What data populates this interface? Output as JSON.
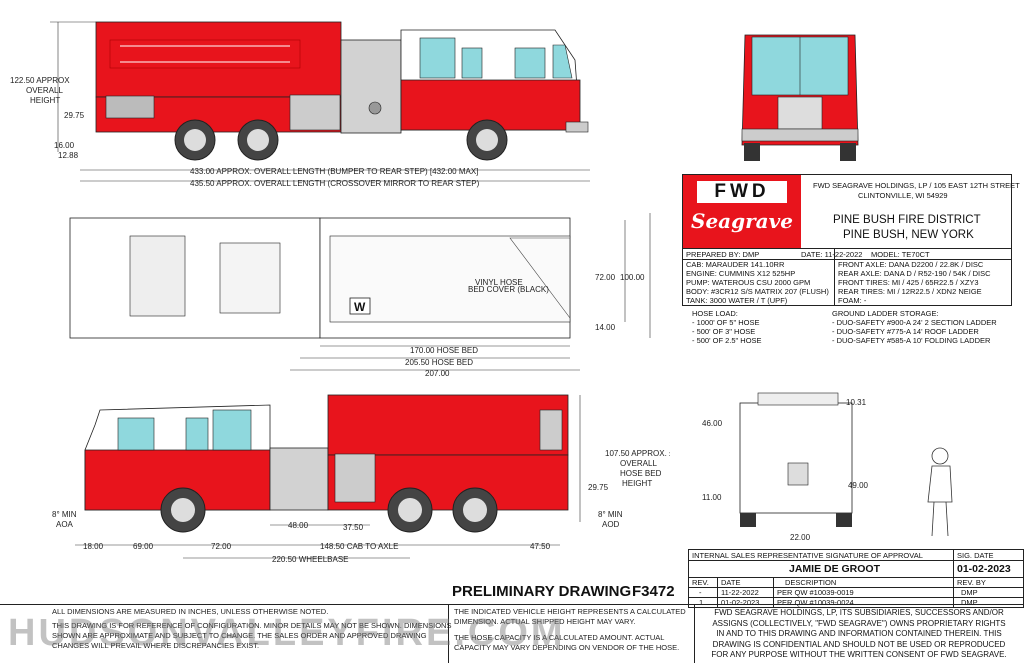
{
  "side_view_top": {
    "height_label_1": "122.50 APPROX",
    "height_label_2": "OVERALL",
    "height_label_3": "HEIGHT",
    "dim_29": "29.75",
    "dim_16": "16.00",
    "dim_12": "12.88",
    "length_1": "433.00 APPROX. OVERALL LENGTH (BUMPER TO REAR STEP) [432.00 MAX]",
    "length_2": "435.50 APPROX. OVERALL LENGTH (CROSSOVER MIRROR TO REAR STEP)"
  },
  "plan_view": {
    "dim_72": "72.00",
    "dim_100": "100.00",
    "dim_14": "14.00",
    "hose_bed_170": "170.00 HOSE BED",
    "hose_bed_205": "205.50 HOSE BED",
    "dim_207": "207.00",
    "vinyl_1": "VINYL HOSE",
    "vinyl_2": "BED COVER (BLACK)",
    "w_mark": "W"
  },
  "side_view_bottom": {
    "height_1": "107.50 APPROX. ±1",
    "height_2": "OVERALL",
    "height_3": "HOSE BED",
    "height_4": "HEIGHT",
    "dim_29": "29.75",
    "aoa_1": "8° MIN",
    "aoa_2": "AOA",
    "aod_1": "8° MIN",
    "aod_2": "AOD",
    "dim_48": "48.00",
    "dim_37": "37.50",
    "dim_18": "18.00",
    "dim_69": "69.00",
    "dim_72": "72.00",
    "cab_axle": "148.50 CAB TO AXLE",
    "dim_47": "47.50",
    "wheelbase": "220.50 WHEELBASE"
  },
  "rear_view": {
    "dim_10": "10.31",
    "dim_46": "46.00",
    "dim_49": "49.00",
    "dim_11": "11.00",
    "dim_22": "22.00"
  },
  "title_block": {
    "logo_top": "FWD",
    "logo_bottom": "Seagrave",
    "company_1": "FWD SEAGRAVE HOLDINGS, LP / 105 EAST 12TH STREET",
    "company_2": "CLINTONVILLE, WI 54929",
    "customer_1": "PINE BUSH FIRE DISTRICT",
    "customer_2": "PINE BUSH, NEW YORK",
    "prepared_by": "PREPARED BY:  DMP",
    "date": "DATE:  11-22-2022",
    "model": "MODEL:  TE70CT",
    "cab": "CAB:  MARAUDER 141.10RR",
    "engine": "ENGINE:  CUMMINS X12 525HP",
    "pump": "PUMP:  WATEROUS CSU 2000 GPM",
    "body": "BODY:  #3CR12 S/S MATRIX 207 (FLUSH)",
    "tank": "TANK:  3000 WATER / T (UPF)",
    "front_axle": "FRONT AXLE:  DANA D2200 / 22.8K / DISC",
    "rear_axle": "REAR AXLE:  DANA D / R52-190 / 54K / DISC",
    "front_tires": "FRONT TIRES:  MI / 425 / 65R22.5 / XZY3",
    "rear_tires": "REAR TIRES:  MI / 12R22.5 / XDN2 NEIGE",
    "foam": "FOAM:  -"
  },
  "hose_load": {
    "title": "HOSE LOAD:",
    "items": [
      "- 1000' OF 5\" HOSE",
      "- 500' OF 3\" HOSE",
      "- 500' OF 2.5\" HOSE"
    ]
  },
  "ground_ladders": {
    "title": "GROUND LADDER STORAGE:",
    "items": [
      "- DUO-SAFETY #900-A 24' 2 SECTION LADDER",
      "- DUO-SAFETY #775-A 14' ROOF LADDER",
      "- DUO-SAFETY #585-A 10' FOLDING LADDER"
    ]
  },
  "approval": {
    "header": "INTERNAL SALES REPRESENTATIVE SIGNATURE OF APPROVAL",
    "sig_date_header": "SIG. DATE",
    "name": "JAMIE DE GROOT",
    "sig_date": "01-02-2023",
    "col_rev": "REV.",
    "col_date": "DATE",
    "col_desc": "DESCRIPTION",
    "col_revby": "REV. BY",
    "rows": [
      {
        "rev": "-",
        "date": "11-22-2022",
        "desc": "PER QW #10039-0019",
        "by": "DMP"
      },
      {
        "rev": "1",
        "date": "01-02-2023",
        "desc": "PER QW #10039-0024",
        "by": "DMP"
      }
    ]
  },
  "preliminary": "PRELIMINARY DRAWING",
  "drawing_number": "F3472",
  "notes": {
    "left_1": "ALL DIMENSIONS ARE MEASURED IN INCHES, UNLESS OTHERWISE NOTED.",
    "left_2": "THIS DRAWING IS FOR REFERENCE OF CONFIGURATION. MINOR DETAILS MAY NOT BE SHOWN. DIMENSIONS",
    "left_3": "SHOWN ARE APPROXIMATE AND SUBJECT TO CHANGE. THE SALES ORDER AND APPROVED DRAWING",
    "left_4": "CHANGES WILL PREVAIL WHERE DISCREPANCIES EXIST.",
    "mid_1": "THE INDICATED VEHICLE HEIGHT REPRESENTS A CALCULATED",
    "mid_2": "DIMENSION. ACTUAL SHIPPED HEIGHT MAY VARY.",
    "mid_3": "THE HOSE CAPACITY IS A CALCULATED AMOUNT. ACTUAL",
    "mid_4": "CAPACITY MAY VARY DEPENDING ON VENDOR OF THE HOSE.",
    "right_1": "FWD SEAGRAVE HOLDINGS, LP, ITS SUBSIDIARIES, SUCCESSORS AND/OR",
    "right_2": "ASSIGNS (COLLECTIVELY, \"FWD SEAGRAVE\") OWNS PROPRIETARY RIGHTS",
    "right_3": "IN AND TO THIS DRAWING AND INFORMATION CONTAINED THEREIN. THIS",
    "right_4": "DRAWING IS CONFIDENTIAL AND SHOULD NOT BE USED OR REPRODUCED",
    "right_5": "FOR ANY PURPOSE WITHOUT THE WRITTEN CONSENT OF FWD SEAGRAVE."
  },
  "watermark": "HUDSONVALLEYFIRE.COM",
  "colors": {
    "red": "#e8141c",
    "glass": "#8fd8dd",
    "chrome": "#c8c8c8",
    "line": "#222222"
  }
}
